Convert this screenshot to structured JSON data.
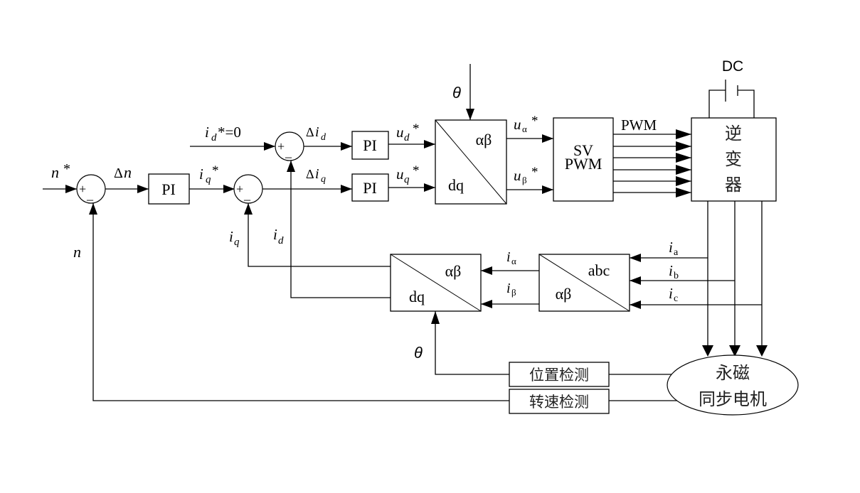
{
  "title": "Permanent magnet synchronous motor vector control block diagram",
  "inputs": {
    "speed_ref": "n",
    "speed_ref_star": "*",
    "id_ref": "i",
    "id_ref_sub": "d",
    "id_ref_value": "*=0",
    "theta_top": "θ",
    "theta_bottom": "θ"
  },
  "summers": {
    "plus": "+",
    "minus": "_"
  },
  "signals": {
    "delta_n": "Δn",
    "delta_n_delta": "Δ",
    "delta_n_var": "n",
    "iq_star_var": "i",
    "iq_star_sub": "q",
    "iq_star_sup": "*",
    "delta_id_delta": "Δ",
    "delta_id_var": "i",
    "delta_id_sub": "d",
    "delta_iq_delta": "Δ",
    "delta_iq_var": "i",
    "delta_iq_sub": "q",
    "ud_var": "u",
    "ud_sub": "d",
    "ud_sup": "*",
    "uq_var": "u",
    "uq_sub": "q",
    "uq_sup": "*",
    "ualpha_var": "u",
    "ualpha_sub": "α",
    "ualpha_sup": "*",
    "ubeta_var": "u",
    "ubeta_sub": "β",
    "ubeta_sup": "*",
    "pwm": "PWM",
    "dc": "DC",
    "iq_fb_var": "i",
    "iq_fb_sub": "q",
    "id_fb_var": "i",
    "id_fb_sub": "d",
    "n_fb": "n",
    "ialpha_var": "i",
    "ialpha_sub": "α",
    "ibeta_var": "i",
    "ibeta_sub": "β",
    "ia_var": "i",
    "ia_sub": "a",
    "ib_var": "i",
    "ib_sub": "b",
    "ic_var": "i",
    "ic_sub": "c"
  },
  "blocks": {
    "pi_speed": "PI",
    "pi_d": "PI",
    "pi_q": "PI",
    "park_inv_top": "αβ",
    "park_inv_bottom": "dq",
    "svpwm_line1": "SV",
    "svpwm_line2": "PWM",
    "inverter_1": "逆",
    "inverter_2": "变",
    "inverter_3": "器",
    "clarke_top": "abc",
    "clarke_bottom": "αβ",
    "park_top": "αβ",
    "park_bottom": "dq",
    "position_detect": "位置检测",
    "speed_detect": "转速检测",
    "motor_line1": "永磁",
    "motor_line2": "同步电机"
  }
}
